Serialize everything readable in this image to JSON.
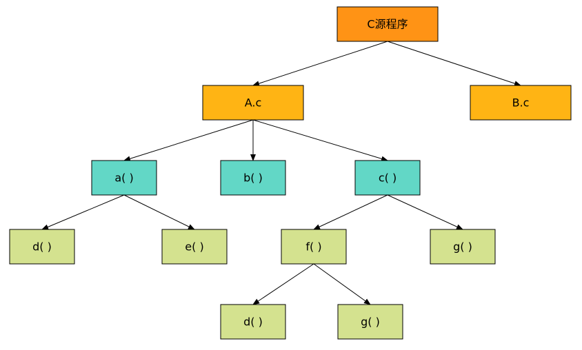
{
  "colors": {
    "root_fill": "#FF9315",
    "file_fill": "#FFB414",
    "function_fill": "#62D7C6",
    "leaf_fill": "#D4E28F",
    "line": "#000000"
  },
  "diagram": {
    "nodes": [
      {
        "id": "root",
        "label": "C源程序",
        "role": "root"
      },
      {
        "id": "a_c",
        "label": "A.c",
        "role": "file"
      },
      {
        "id": "b_c",
        "label": "B.c",
        "role": "file"
      },
      {
        "id": "a_fn",
        "label": "a( )",
        "role": "function"
      },
      {
        "id": "b_fn",
        "label": "b( )",
        "role": "function"
      },
      {
        "id": "c_fn",
        "label": "c( )",
        "role": "function"
      },
      {
        "id": "d_fn_1",
        "label": "d( )",
        "role": "leaf"
      },
      {
        "id": "e_fn",
        "label": "e( )",
        "role": "leaf"
      },
      {
        "id": "f_fn",
        "label": "f( )",
        "role": "leaf"
      },
      {
        "id": "g_fn_1",
        "label": "g( )",
        "role": "leaf"
      },
      {
        "id": "d_fn_2",
        "label": "d( )",
        "role": "leaf"
      },
      {
        "id": "g_fn_2",
        "label": "g( )",
        "role": "leaf"
      }
    ],
    "edges": [
      {
        "from": "root",
        "to": "a_c"
      },
      {
        "from": "root",
        "to": "b_c"
      },
      {
        "from": "a_c",
        "to": "a_fn"
      },
      {
        "from": "a_c",
        "to": "b_fn"
      },
      {
        "from": "a_c",
        "to": "c_fn"
      },
      {
        "from": "a_fn",
        "to": "d_fn_1"
      },
      {
        "from": "a_fn",
        "to": "e_fn"
      },
      {
        "from": "c_fn",
        "to": "f_fn"
      },
      {
        "from": "c_fn",
        "to": "g_fn_1"
      },
      {
        "from": "f_fn",
        "to": "d_fn_2"
      },
      {
        "from": "f_fn",
        "to": "g_fn_2"
      }
    ]
  }
}
